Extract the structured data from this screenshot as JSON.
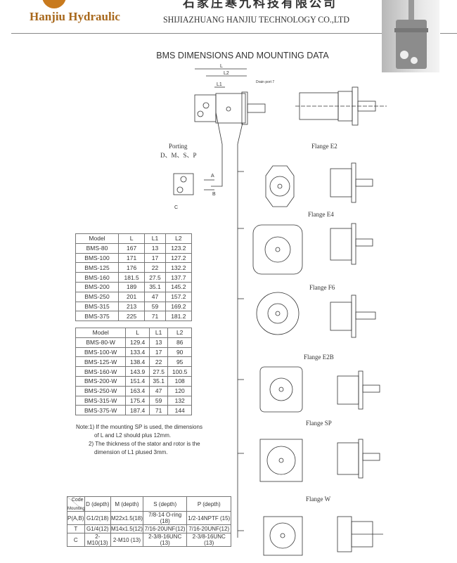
{
  "header": {
    "brand": "Hanjiu Hydraulic",
    "company_cn": "石家庄寒九科技有限公司",
    "company_en": "SHIJIAZHUANG HANJIU TECHNOLOGY CO.,LTD"
  },
  "title": "BMS DIMENSIONS AND MOUNTING DATA",
  "drawing": {
    "L": "L",
    "L2": "L2",
    "L1": "L1",
    "drain": "Drain port 7",
    "porting_title": "Porting",
    "porting_types": "D、M、S、P",
    "A": "A",
    "B": "B",
    "C": "C",
    "flanges": [
      "Flange E2",
      "Flange E4",
      "Flange F6",
      "Flange E2B",
      "Flange SP",
      "Flange W"
    ]
  },
  "table_standard": {
    "headers": [
      "Model",
      "L",
      "L1",
      "L2"
    ],
    "rows": [
      [
        "BMS-80",
        "167",
        "13",
        "123.2"
      ],
      [
        "BMS-100",
        "171",
        "17",
        "127.2"
      ],
      [
        "BMS-125",
        "176",
        "22",
        "132.2"
      ],
      [
        "BMS-160",
        "181.5",
        "27.5",
        "137.7"
      ],
      [
        "BMS-200",
        "189",
        "35.1",
        "145.2"
      ],
      [
        "BMS-250",
        "201",
        "47",
        "157.2"
      ],
      [
        "BMS-315",
        "213",
        "59",
        "169.2"
      ],
      [
        "BMS-375",
        "225",
        "71",
        "181.2"
      ]
    ]
  },
  "table_w": {
    "headers": [
      "Model",
      "L",
      "L1",
      "L2"
    ],
    "rows": [
      [
        "BMS-80-W",
        "129.4",
        "13",
        "86"
      ],
      [
        "BMS-100-W",
        "133.4",
        "17",
        "90"
      ],
      [
        "BMS-125-W",
        "138.4",
        "22",
        "95"
      ],
      [
        "BMS-160-W",
        "143.9",
        "27.5",
        "100.5"
      ],
      [
        "BMS-200-W",
        "151.4",
        "35.1",
        "108"
      ],
      [
        "BMS-250-W",
        "163.4",
        "47",
        "120"
      ],
      [
        "BMS-315-W",
        "175.4",
        "59",
        "132"
      ],
      [
        "BMS-375-W",
        "187.4",
        "71",
        "144"
      ]
    ]
  },
  "notes": [
    "Note:1) If the mounting SP is used, the dimensions",
    "of L and L2 should plus 12mm.",
    "2) The thickness of the stator and rotor is the",
    "dimension of L1 plused 3mm."
  ],
  "port_table": {
    "corner_top": "Code",
    "corner_bottom": "Mounting",
    "headers": [
      "D (depth)",
      "M (depth)",
      "S (depth)",
      "P (depth)"
    ],
    "rows": [
      [
        "P(A,B)",
        "G1/2(18)",
        "M22x1.5(18)",
        "7/8-14 O-ring (18)",
        "1/2-14NPTF (15)"
      ],
      [
        "T",
        "G1/4(12)",
        "M14x1.5(12)",
        "7/16-20UNF(12)",
        "7/16-20UNF(12)"
      ],
      [
        "C",
        "2-M10(13)",
        "2-M10 (13)",
        "2-3/8-16UNC (13)",
        "2-3/8-16UNC (13)"
      ]
    ]
  }
}
